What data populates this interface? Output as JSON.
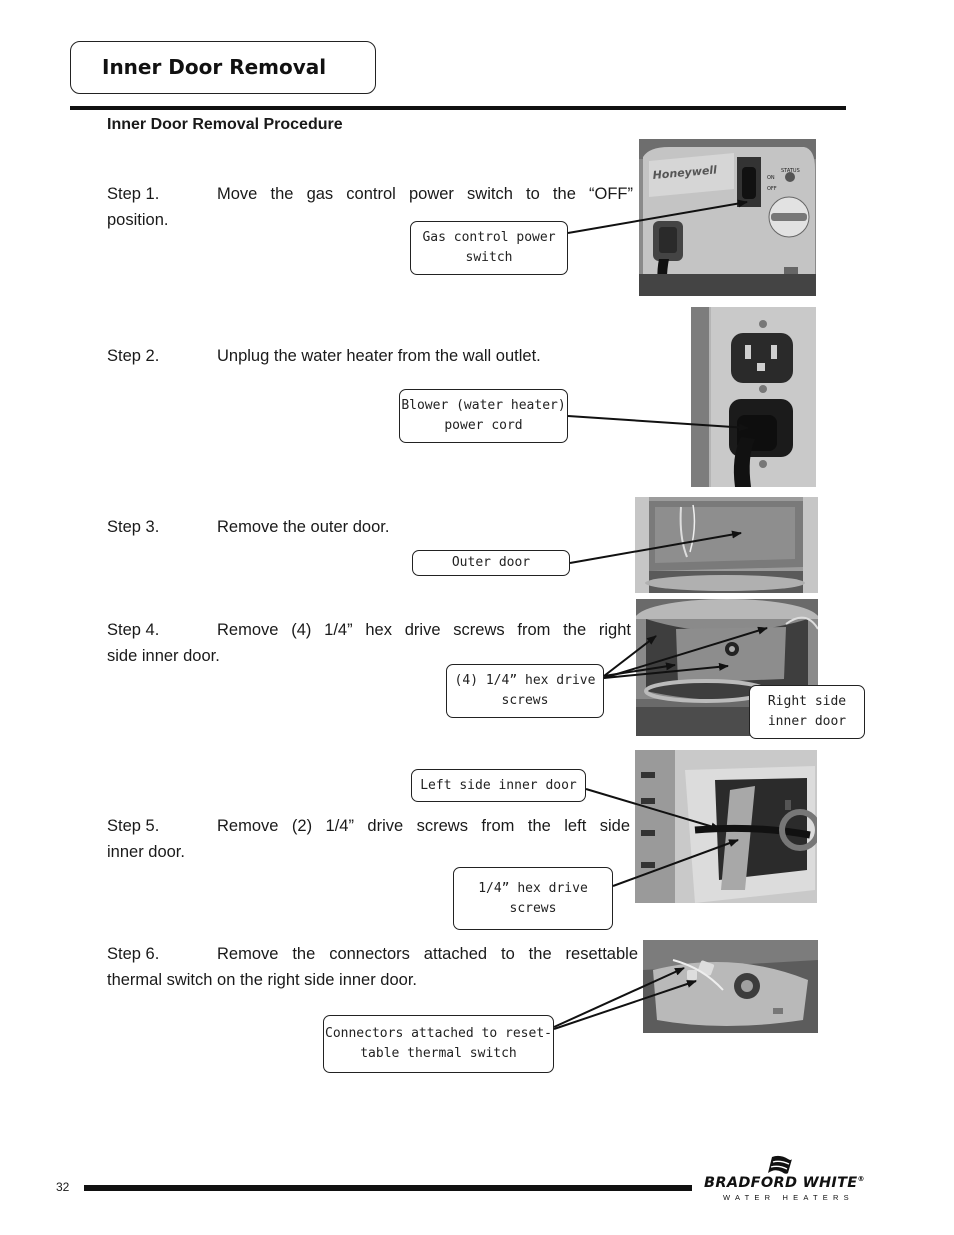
{
  "page": {
    "section_title": "Inner Door Removal",
    "procedure_title": "Inner Door Removal Procedure",
    "page_number": "32"
  },
  "steps": [
    {
      "number": "Step 1.",
      "text": "Move the gas control power switch to the “OFF”",
      "continued": "position."
    },
    {
      "number": "Step 2.",
      "text": "Unplug the water heater from the wall outlet.",
      "continued": ""
    },
    {
      "number": "Step 3.",
      "text": "Remove the outer door.",
      "continued": ""
    },
    {
      "number": "Step 4.",
      "text": "Remove (4) 1/4” hex drive screws from the right",
      "continued": "side inner door."
    },
    {
      "number": "Step 5.",
      "text": "Remove (2) 1/4” drive screws from the left side",
      "continued": "inner door."
    },
    {
      "number": "Step 6.",
      "text": "Remove the connectors attached to the resettable",
      "continued": "thermal switch on the right side inner door."
    }
  ],
  "callouts": {
    "gas_switch": {
      "line1": "Gas control power",
      "line2": "switch"
    },
    "power_cord": {
      "line1": "Blower (water heater)",
      "line2": "power cord"
    },
    "outer_door": {
      "line1": "Outer door"
    },
    "hex_screws": {
      "line1": "(4) 1/4” hex drive",
      "line2": "screws"
    },
    "right_inner": {
      "line1": "Right side",
      "line2": "inner door"
    },
    "left_inner": {
      "line1": "Left side inner door"
    },
    "drive_screws": {
      "line1": "1/4” hex drive",
      "line2": "screws"
    },
    "connectors": {
      "line1": "Connectors attached to reset-",
      "line2": "table thermal switch"
    }
  },
  "photo_labels": {
    "brand": "Honeywell",
    "status": "STATUS",
    "on": "ON",
    "off": "OFF"
  },
  "footer": {
    "logo_name": "BRADFORD WHITE",
    "logo_mark": "®",
    "logo_tagline": "WATER HEATERS"
  }
}
